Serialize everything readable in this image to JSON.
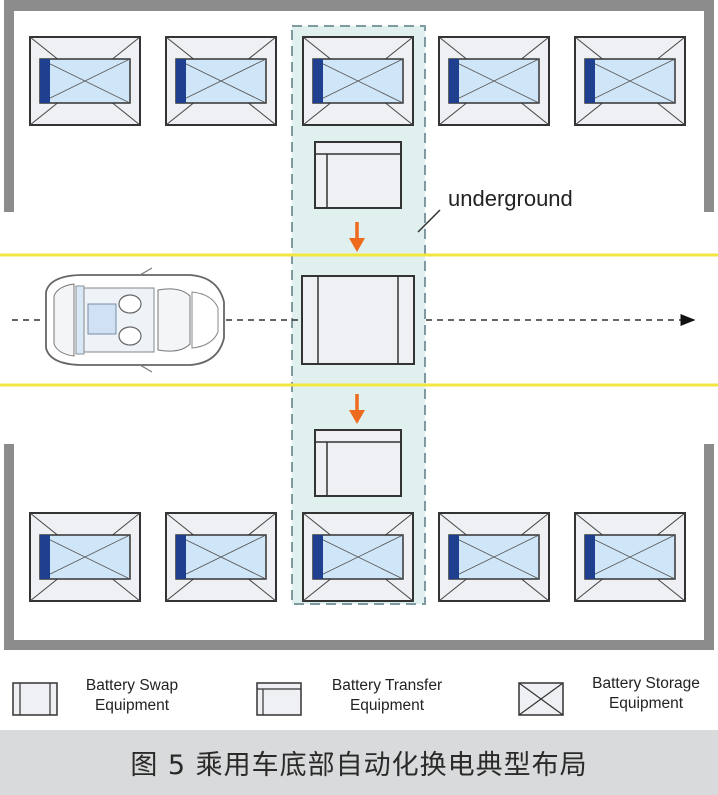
{
  "diagram": {
    "underground_label": "underground",
    "colors": {
      "wall": "#8c8c8c",
      "slot_fill": "#eef0f4",
      "battery_fill": "#cfe6f8",
      "battery_cap": "#1f3f8f",
      "zone_fill": "#dff0ef",
      "zone_border": "#7f9aa0",
      "lane_line": "#f2e640",
      "arrow": "#ee6a1e"
    },
    "icons": [
      "battery-storage-icon",
      "battery-transfer-icon",
      "battery-swap-icon",
      "car-icon",
      "down-arrow-icon"
    ]
  },
  "legend": {
    "swap": [
      "Battery Swap",
      "Equipment"
    ],
    "transfer": [
      "Battery Transfer",
      "Equipment"
    ],
    "storage": [
      "Battery Storage",
      "Equipment"
    ]
  },
  "caption": "图 5 乘用车底部自动化换电典型布局"
}
